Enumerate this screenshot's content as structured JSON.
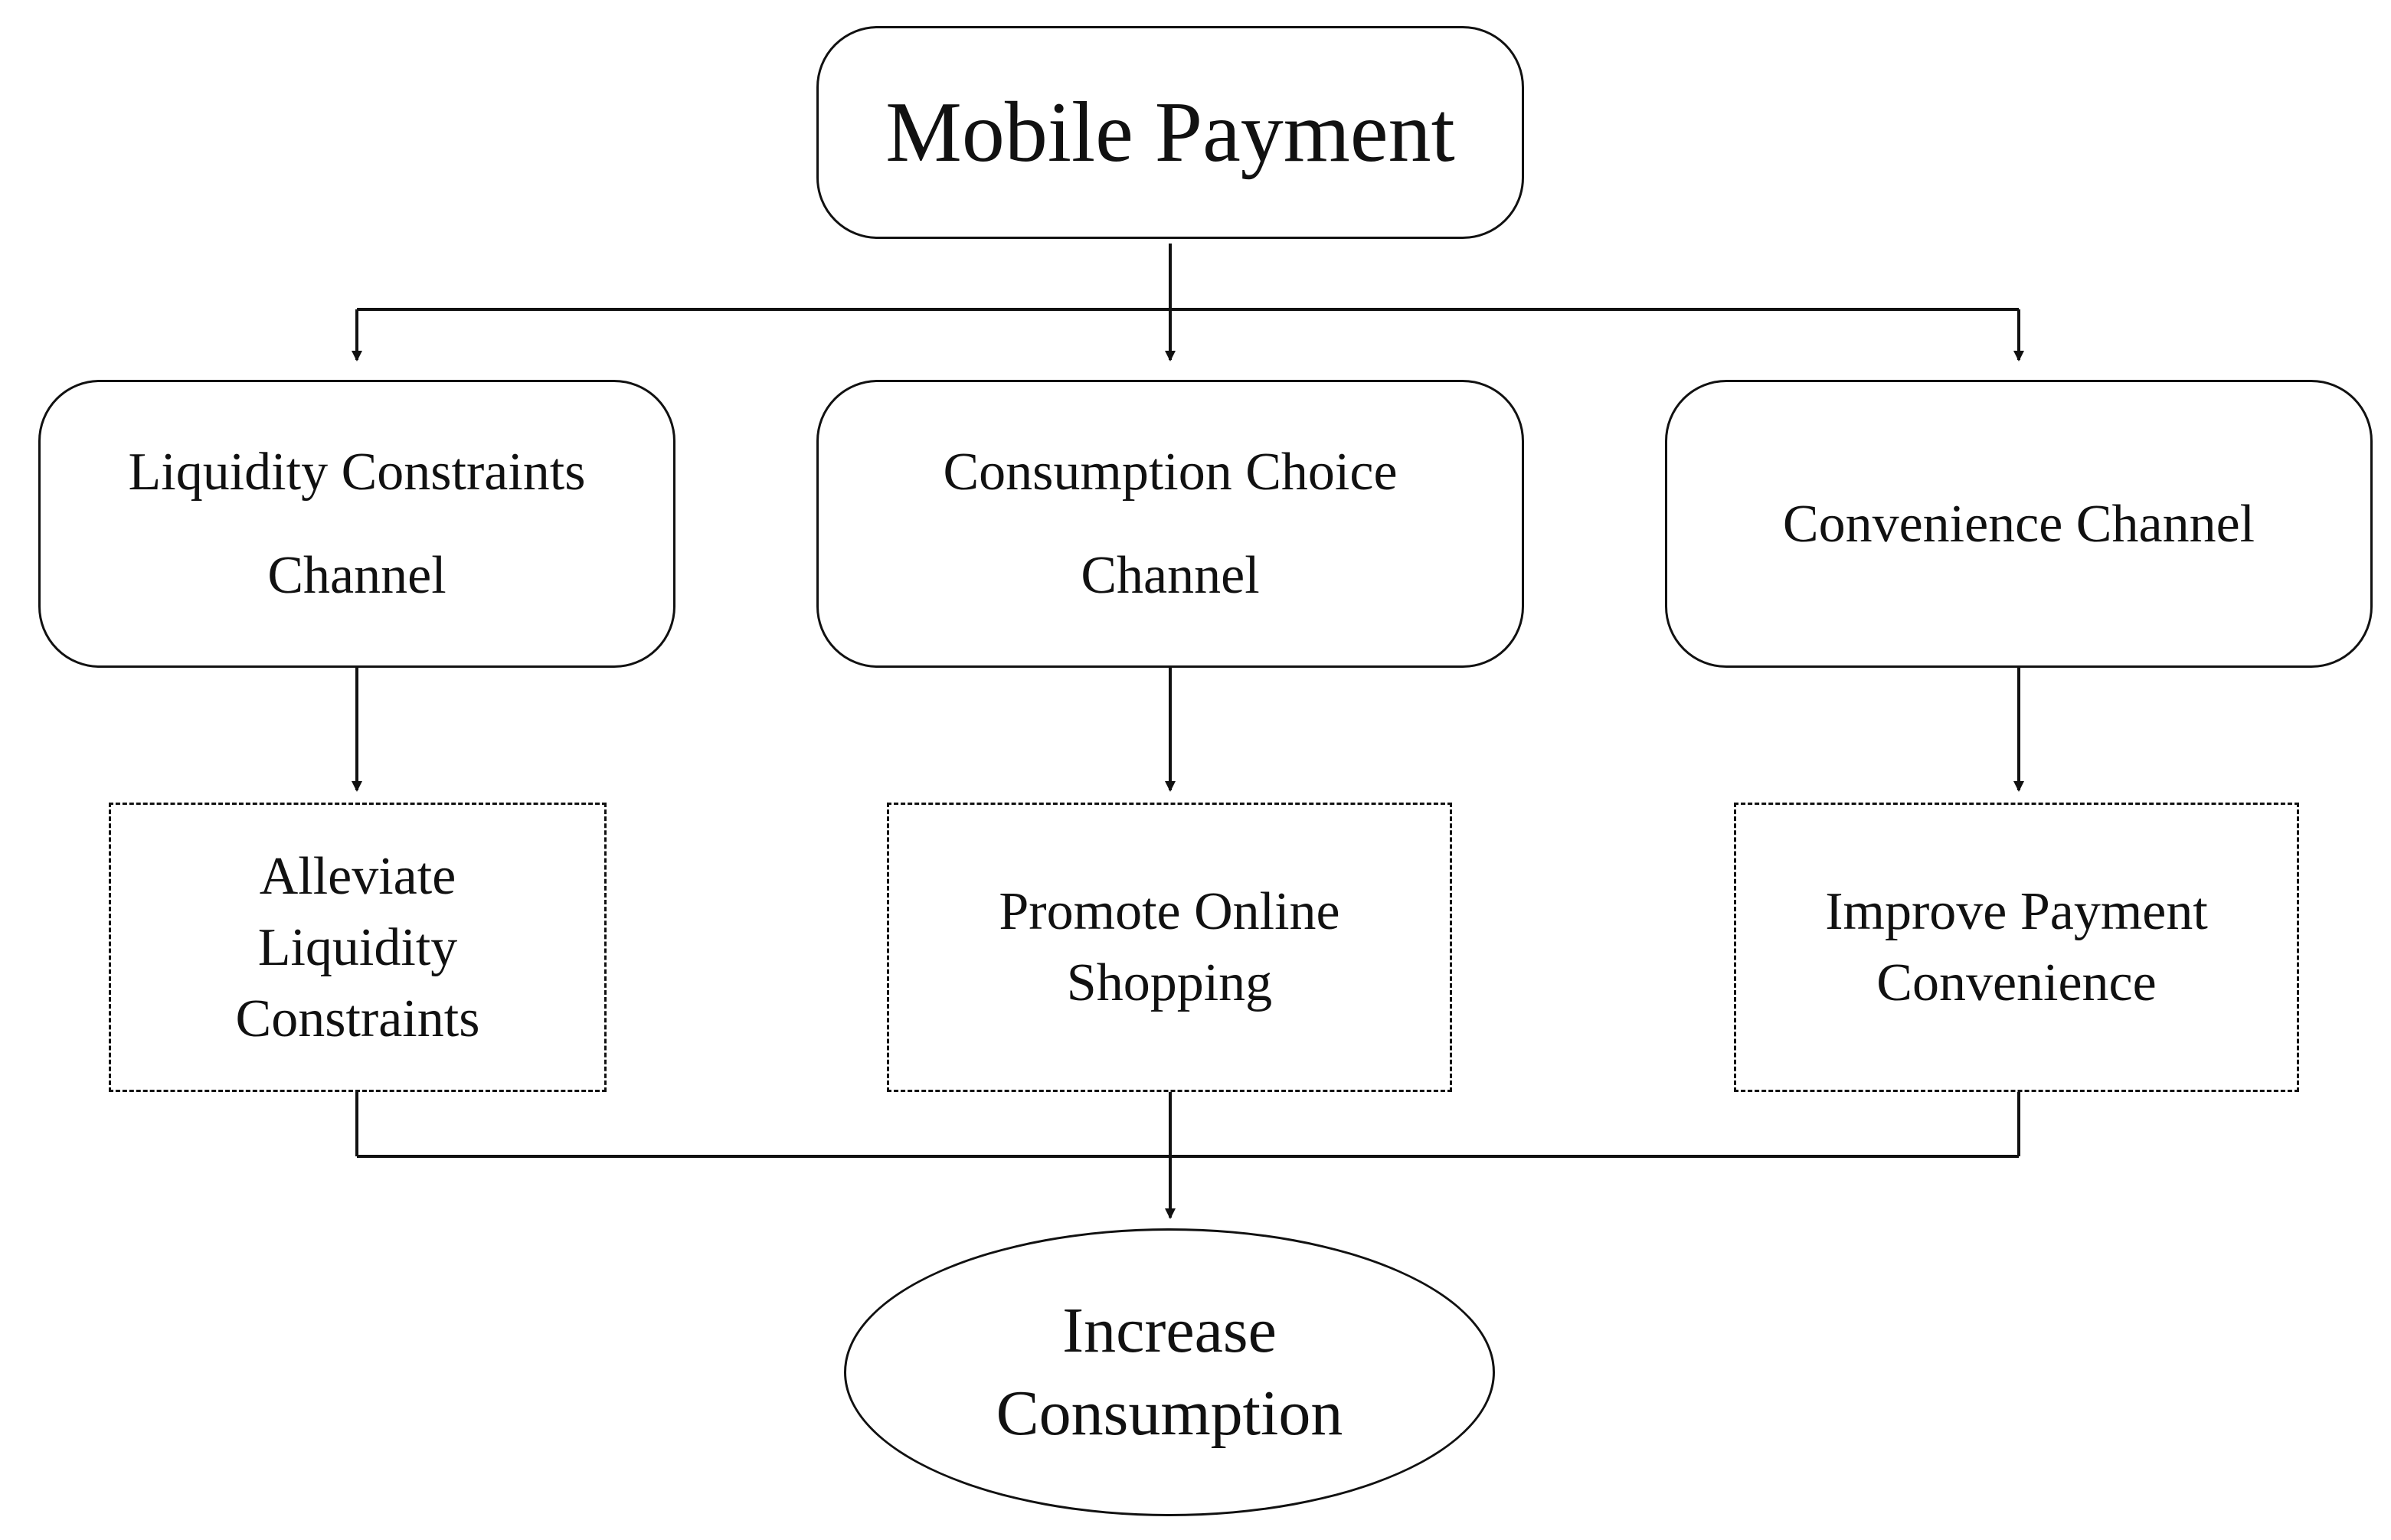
{
  "diagram": {
    "root": {
      "label": "Mobile Payment"
    },
    "channels": [
      {
        "lines": [
          "Liquidity Constraints",
          "Channel"
        ]
      },
      {
        "lines": [
          "Consumption Choice",
          "Channel"
        ]
      },
      {
        "lines": [
          "Convenience Channel"
        ]
      }
    ],
    "mechanisms": [
      {
        "lines": [
          "Alleviate",
          "Liquidity",
          "Constraints"
        ]
      },
      {
        "lines": [
          "Promote Online",
          "Shopping"
        ]
      },
      {
        "lines": [
          "Improve Payment",
          "Convenience"
        ]
      }
    ],
    "outcome": {
      "lines": [
        "Increase",
        "Consumption"
      ]
    },
    "colors": {
      "stroke": "#111111",
      "background": "#ffffff"
    }
  }
}
